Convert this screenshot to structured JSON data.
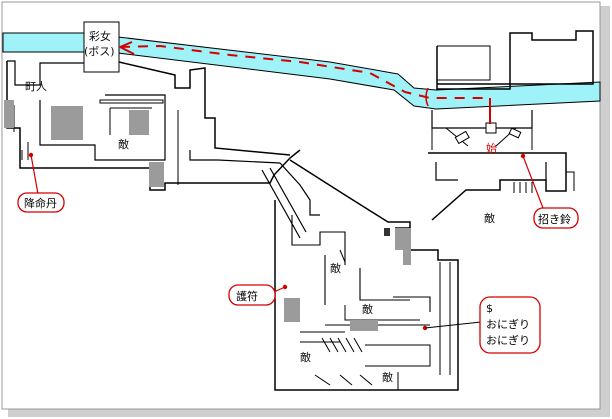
{
  "map": {
    "labels": {
      "boss_line1": "彩女",
      "boss_line2": "(ボス)",
      "townsperson": "町人",
      "enemy": "敵",
      "start": "始",
      "item_medicine": "降命丹",
      "item_bell": "招き鈴",
      "item_guard": "護符",
      "item_dollar": "$",
      "item_onigiri1": "おにぎり",
      "item_onigiri2": "おにぎり"
    },
    "colors": {
      "water": "#9ff3f8",
      "route": "#d40000",
      "wall": "#000000",
      "block": "#9b9b9b"
    }
  }
}
